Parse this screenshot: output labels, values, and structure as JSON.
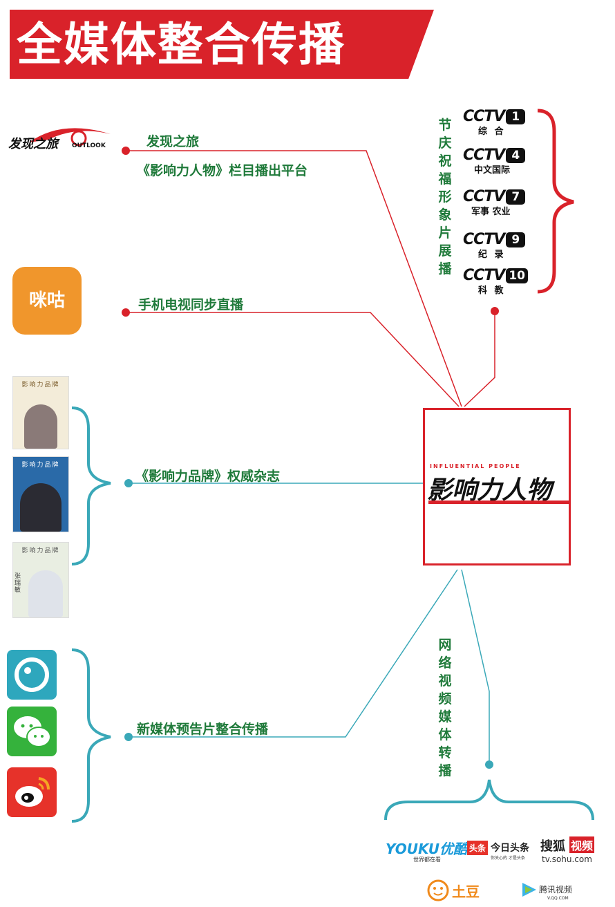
{
  "title": "全媒体整合传播",
  "center": {
    "en": "INFLUENTIAL PEOPLE",
    "cn": "影响力人物"
  },
  "branches": {
    "discovery": {
      "line1": "发现之旅",
      "line2": "《影响力人物》栏目播出平台"
    },
    "mobile": {
      "label": "手机电视同步直播"
    },
    "magazine": {
      "label": "《影响力品牌》权威杂志"
    },
    "newmedia": {
      "label": "新媒体预告片整合传播"
    },
    "cctv": {
      "label": "节庆祝福形象片展播"
    },
    "video": {
      "label": "网络视频媒体转播"
    }
  },
  "logos": {
    "discovery": {
      "text": "发现之旅",
      "sub": "OUTLOOK"
    },
    "migu": {
      "text": "咪咕"
    },
    "cctv": [
      {
        "word": "CCTV",
        "num": "1",
        "sub": "综 合"
      },
      {
        "word": "CCTV",
        "num": "4",
        "sub": "中文国际"
      },
      {
        "word": "CCTV",
        "num": "7",
        "sub": "军事 农业"
      },
      {
        "word": "CCTV",
        "num": "9",
        "sub": "纪 录"
      },
      {
        "word": "CCTV",
        "num": "10",
        "sub": "科 教"
      }
    ],
    "magazine_cover_title": "影响力品牌",
    "magazine_cover3_name": "张瑞敏",
    "youku": {
      "main": "YOUKU优酷",
      "sub": "世界都在看"
    },
    "toutiao": {
      "badge": "头条",
      "main": "今日头条",
      "sub": "你关心的 才是头条"
    },
    "sohu": {
      "main": "搜狐",
      "badge": "视频",
      "sub": "tv.sohu.com"
    },
    "tudou": {
      "main": "土豆"
    },
    "tencent": {
      "main": "腾讯视频",
      "sub": "V.QQ.COM"
    }
  },
  "colors": {
    "red": "#d9222a",
    "teal": "#3aa8b8",
    "green": "#1f7a3a",
    "orange": "#f0962c"
  }
}
